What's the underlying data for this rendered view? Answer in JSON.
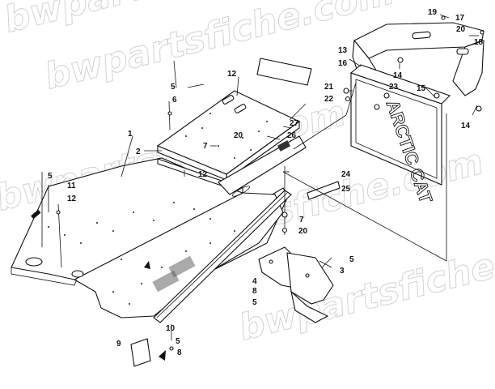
{
  "watermark": "bwpartsfiche.com",
  "brand_text": "ARCTIC CAT",
  "callouts": [
    {
      "id": "c1",
      "text": "1"
    },
    {
      "id": "c2",
      "text": "2"
    },
    {
      "id": "c3",
      "text": "3"
    },
    {
      "id": "c4",
      "text": "4"
    },
    {
      "id": "c5a",
      "text": "5"
    },
    {
      "id": "c5b",
      "text": "5"
    },
    {
      "id": "c5c",
      "text": "5"
    },
    {
      "id": "c5d",
      "text": "5"
    },
    {
      "id": "c5e",
      "text": "5"
    },
    {
      "id": "c6",
      "text": "6"
    },
    {
      "id": "c7a",
      "text": "7"
    },
    {
      "id": "c7b",
      "text": "7"
    },
    {
      "id": "c8a",
      "text": "8"
    },
    {
      "id": "c8b",
      "text": "8"
    },
    {
      "id": "c9",
      "text": "9"
    },
    {
      "id": "c10",
      "text": "10"
    },
    {
      "id": "c11",
      "text": "11"
    },
    {
      "id": "c12a",
      "text": "12"
    },
    {
      "id": "c12b",
      "text": "12"
    },
    {
      "id": "c12c",
      "text": "12"
    },
    {
      "id": "c13",
      "text": "13"
    },
    {
      "id": "c14a",
      "text": "14"
    },
    {
      "id": "c14b",
      "text": "14"
    },
    {
      "id": "c15",
      "text": "15"
    },
    {
      "id": "c16",
      "text": "16"
    },
    {
      "id": "c17",
      "text": "17"
    },
    {
      "id": "c18",
      "text": "18"
    },
    {
      "id": "c19",
      "text": "19"
    },
    {
      "id": "c20a",
      "text": "20"
    },
    {
      "id": "c20b",
      "text": "20"
    },
    {
      "id": "c20c",
      "text": "20"
    },
    {
      "id": "c21",
      "text": "21"
    },
    {
      "id": "c22",
      "text": "22"
    },
    {
      "id": "c23",
      "text": "23"
    },
    {
      "id": "c24",
      "text": "24"
    },
    {
      "id": "c25",
      "text": "25"
    },
    {
      "id": "c26",
      "text": "26"
    },
    {
      "id": "c27",
      "text": "27"
    }
  ]
}
